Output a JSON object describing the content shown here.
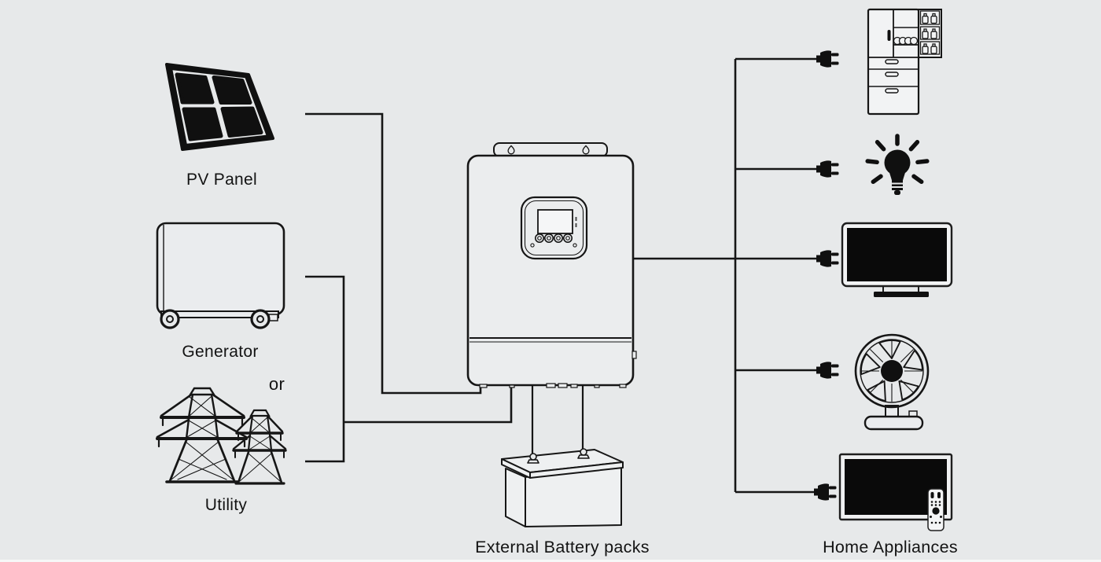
{
  "diagram": {
    "type": "solar-inverter-wiring-diagram",
    "colors": {
      "background": "#e7e9ea",
      "line": "#161616",
      "device_fill": "#ebedee",
      "screen_fill": "#0a0a0a"
    },
    "sources": [
      {
        "label": "PV Panel",
        "icon": "pv-panel-icon"
      },
      {
        "label": "Generator",
        "icon": "generator-icon"
      },
      {
        "label": "Utility",
        "icon": "utility-towers-icon"
      }
    ],
    "or_label": "or",
    "inverter": {
      "icon": "inverter-unit-icon"
    },
    "battery_label": "External Battery packs",
    "battery_icon": "battery-icon",
    "appliances_label": "Home Appliances",
    "appliance_icons": [
      "refrigerator-icon",
      "light-bulb-icon",
      "monitor-icon",
      "fan-icon",
      "tv-icon"
    ],
    "plug_icon": "power-plug-icon"
  }
}
